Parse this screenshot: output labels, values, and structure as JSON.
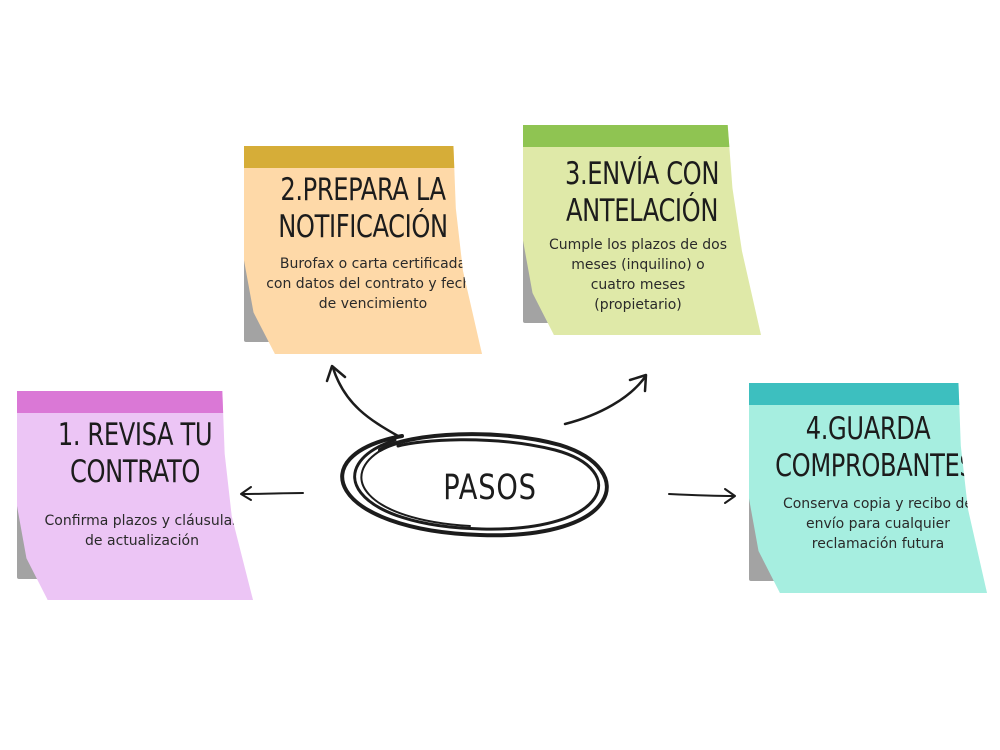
{
  "center": {
    "label": "PASOS"
  },
  "steps": [
    {
      "title_lines": [
        "1. REVISA TU",
        "CONTRATO"
      ],
      "body": "Confirma plazos y cláusulas de actualización",
      "paper_color": "#ecc5f5",
      "band_color": "#da78d6"
    },
    {
      "title_lines": [
        "2.PREPARA LA",
        "NOTIFICACIÓN"
      ],
      "body": "Burofax o carta certificada con datos del contrato y fecha de vencimiento",
      "paper_color": "#fed9a8",
      "band_color": "#d6ad38"
    },
    {
      "title_lines": [
        "3.ENVÍA CON",
        "ANTELACIÓN"
      ],
      "body": "Cumple los plazos de dos meses (inquilino) o cuatro meses (propietario)",
      "paper_color": "#dfe9a8",
      "band_color": "#8fc452"
    },
    {
      "title_lines": [
        "4.GUARDA",
        "COMPROBANTES"
      ],
      "body": "Conserva copia y recibo de envío para cualquier reclamación futura",
      "paper_color": "#a6eee0",
      "band_color": "#3dbfbf"
    }
  ],
  "colors": {
    "ink": "#1c1c1c",
    "shadow": "#a3a3a3"
  }
}
